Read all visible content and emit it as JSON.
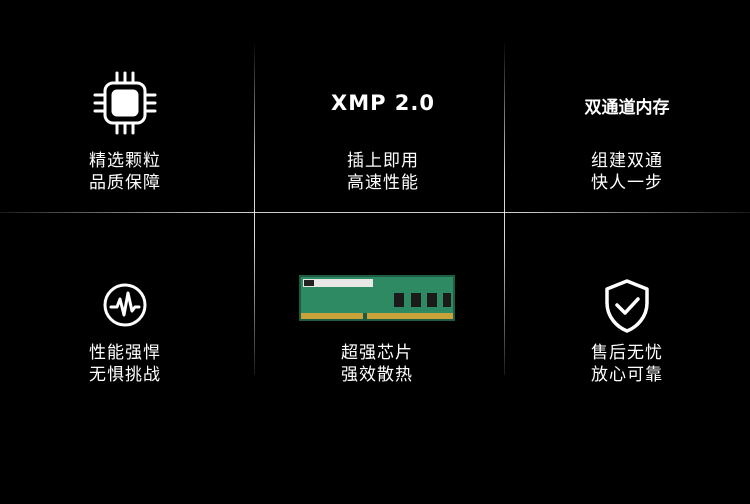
{
  "colors": {
    "background": "#000000",
    "text": "#ffffff",
    "ram_pcb": "#2e8a63",
    "ram_chip": "#1a1a1a",
    "ram_contacts": "#c9a33a"
  },
  "features": [
    {
      "icon": "chip-icon",
      "line1": "精选颗粒",
      "line2": "品质保障"
    },
    {
      "headline": "XMP 2.0",
      "line1": "插上即用",
      "line2": "高速性能"
    },
    {
      "headline": "双通道内存",
      "line1": "组建双通",
      "line2": "快人一步"
    },
    {
      "icon": "waveform-icon",
      "line1": "性能强悍",
      "line2": "无惧挑战"
    },
    {
      "icon": "ram-module-image",
      "line1": "超强芯片",
      "line2": "强效散热"
    },
    {
      "icon": "shield-check-icon",
      "line1": "售后无忧",
      "line2": "放心可靠"
    }
  ]
}
